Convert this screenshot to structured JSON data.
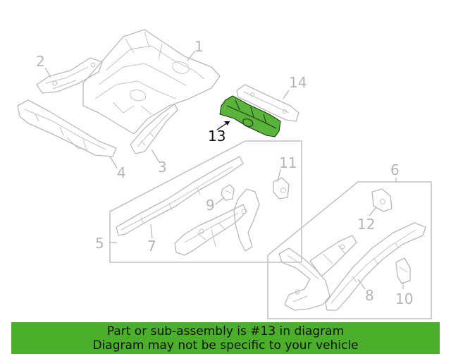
{
  "diagram": {
    "highlight_color": "#5ab33a",
    "callouts": {
      "c1": "1",
      "c2": "2",
      "c3": "3",
      "c4": "4",
      "c5": "5",
      "c6": "6",
      "c7": "7",
      "c8": "8",
      "c9": "9",
      "c10": "10",
      "c11": "11",
      "c12": "12",
      "c13": "13",
      "c14": "14"
    }
  },
  "banner": {
    "line1": "Part or sub-assembly is #13 in diagram",
    "line2": "Diagram may not be specific to your vehicle",
    "color": "#4caf2b"
  }
}
